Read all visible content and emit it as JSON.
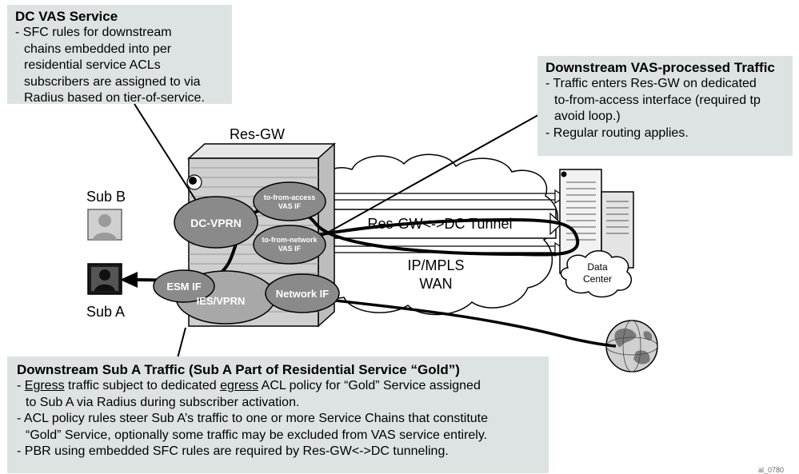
{
  "callouts": {
    "dc_vas": {
      "title": "DC VAS Service",
      "lines": [
        "- SFC rules for downstream",
        "chains embedded into per",
        "residential service ACLs",
        "subscribers are assigned to via",
        "Radius based on tier-of-service."
      ]
    },
    "downstream_vas": {
      "title": "Downstream VAS-processed Traffic",
      "lines": [
        "- Traffic enters Res-GW on dedicated",
        "to-from-access interface (required tp",
        "avoid loop.)",
        "- Regular routing applies."
      ]
    },
    "sub_a": {
      "title": "Downstream Sub A Traffic (Sub A Part of Residential Service “Gold”)",
      "line1_pre": "- ",
      "line1_u1": "Egress",
      "line1_mid": " traffic subject to dedicated ",
      "line1_u2": "egress",
      "line1_post": " ACL policy for “Gold” Service assigned",
      "lines": [
        "to Sub A via Radius during subscriber activation.",
        "- ACL policy rules steer Sub A’s traffic to one or more Service Chains that constitute",
        "“Gold” Service, optionally some traffic may be excluded from VAS service entirely.",
        "- PBR using embedded SFC rules are required by Res-GW<->DC tunneling."
      ]
    }
  },
  "labels": {
    "res_gw": "Res-GW",
    "sub_b": "Sub B",
    "sub_a": "Sub A",
    "dc_vprn": "DC-VPRN",
    "access_if_1": "to-from-access",
    "access_if_2": "VAS IF",
    "network_if_1": "to-from-network",
    "network_if_2": "VAS IF",
    "esm_if": "ESM IF",
    "ies_vprn": "IES/VPRN",
    "network_if": "Network IF",
    "tunnel": "Res-GW<->DC Tunnel",
    "wan_1": "IP/MPLS",
    "wan_2": "WAN",
    "dc_1": "Data",
    "dc_2": "Center",
    "figure_id": "al_0780"
  },
  "colors": {
    "callout_bg": "#dde3e2",
    "interface_fill": "#8a8a8a",
    "gateway_fill": "#c8c8c8",
    "outline": "#000000"
  },
  "icons": [
    "user-icon",
    "user-icon-dark",
    "cloud-icon",
    "building-icon",
    "globe-icon",
    "gateway-chassis-icon"
  ]
}
